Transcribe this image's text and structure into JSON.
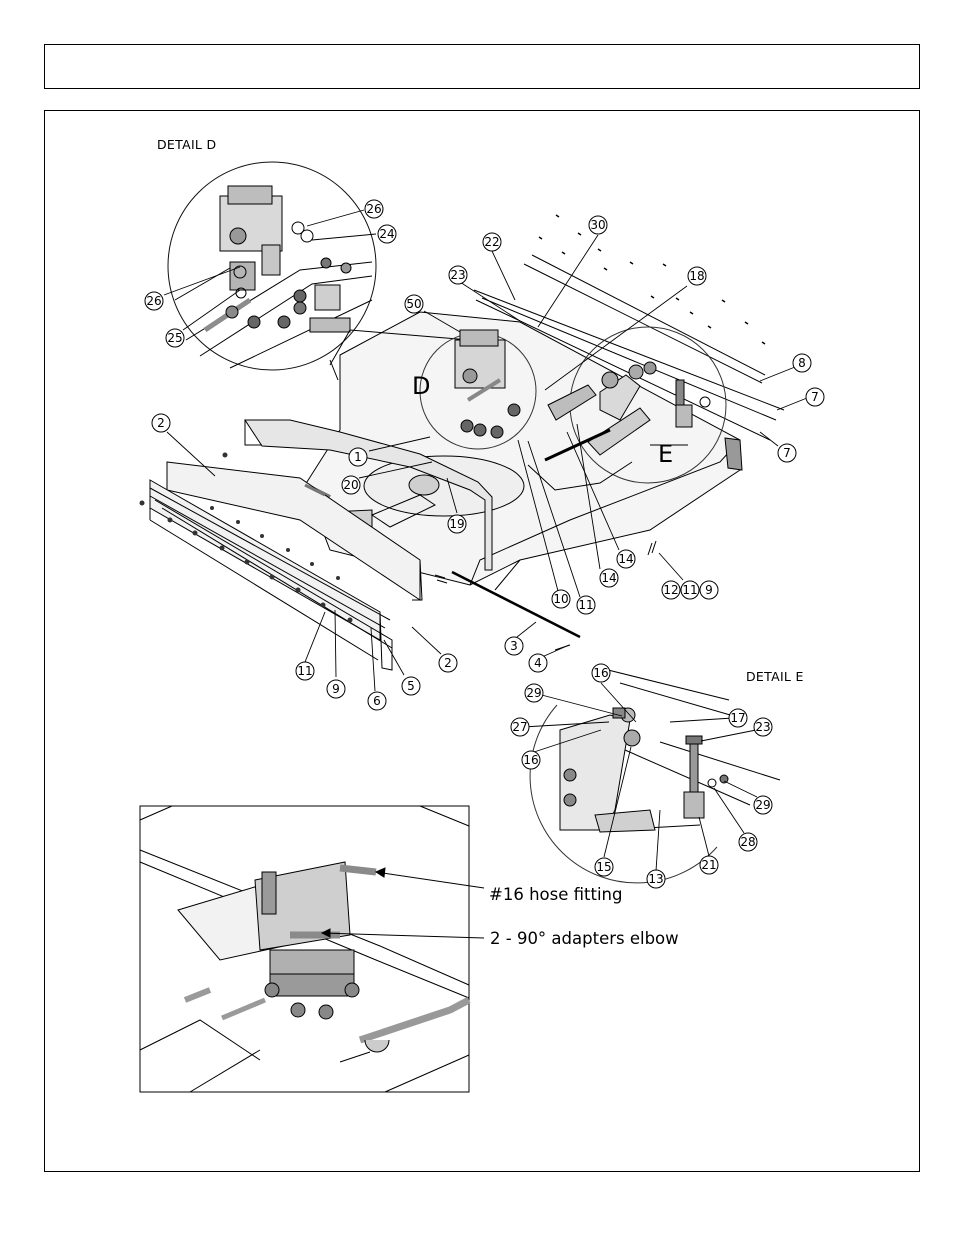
{
  "detail_d_label": "DETAIL D",
  "detail_e_label": "DETAIL E",
  "view_letters": {
    "d": "D",
    "e": "E"
  },
  "photo_annotations": {
    "hose_fitting": "#16 hose fitting",
    "adapters_elbow": "2 - 90° adapters elbow"
  },
  "callouts": {
    "c26a": "26",
    "c24": "24",
    "c26b": "26",
    "c25": "25",
    "c30": "30",
    "c22": "22",
    "c23a": "23",
    "c18": "18",
    "c50": "50",
    "c8": "8",
    "c7a": "7",
    "c7b": "7",
    "c2a": "2",
    "c1": "1",
    "c20": "20",
    "c19": "19",
    "c14a": "14",
    "c14b": "14",
    "c10": "10",
    "c11a": "11",
    "c12": "12",
    "c11b": "11",
    "c9a": "9",
    "c3": "3",
    "c4": "4",
    "c2b": "2",
    "c11c": "11",
    "c9b": "9",
    "c6": "6",
    "c5": "5",
    "c16a": "16",
    "c29a": "29",
    "c27": "27",
    "c16b": "16",
    "c17": "17",
    "c23b": "23",
    "c29b": "29",
    "c28": "28",
    "c15": "15",
    "c13": "13",
    "c21": "21"
  }
}
